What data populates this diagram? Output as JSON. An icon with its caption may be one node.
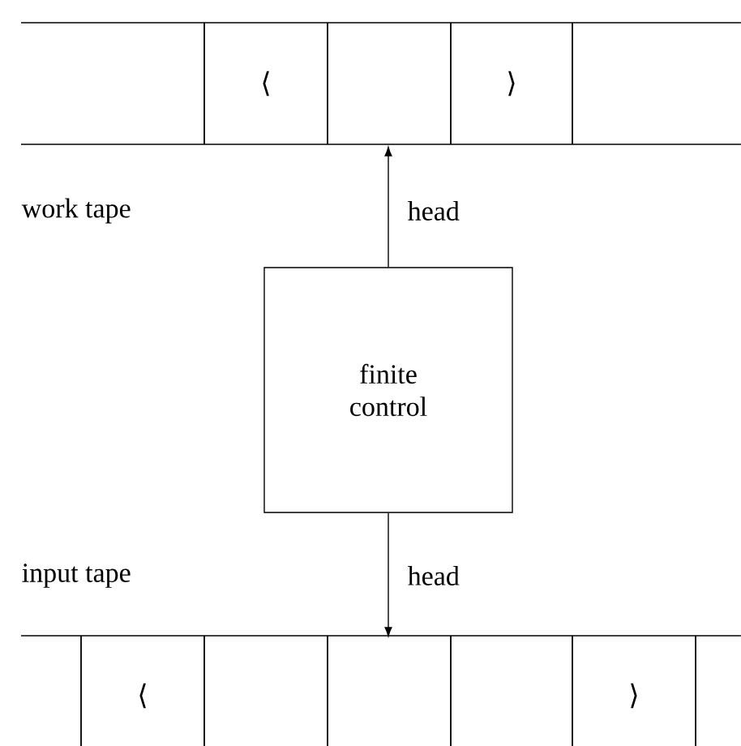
{
  "diagram": {
    "nodes": [
      {
        "text": [],
        "shape": "box"
      },
      {
        "text": [
          "⟨"
        ]
      },
      {
        "text": [],
        "shape": "box"
      },
      {
        "text": [
          "⟩"
        ]
      },
      {
        "text": [],
        "shape": "box"
      },
      {
        "text": [
          "finite control"
        ]
      },
      {
        "text": [],
        "shape": "box"
      },
      {
        "text": [
          "⟨"
        ]
      },
      {
        "text": [],
        "shape": "box"
      },
      {
        "text": [],
        "shape": "box"
      },
      {
        "text": [],
        "shape": "box"
      },
      {
        "text": [
          "⟩"
        ]
      },
      {
        "text": [],
        "shape": "box"
      }
    ],
    "edges": [
      {
        "from": 5,
        "to": 2,
        "arrow": "to",
        "label": "head"
      },
      {
        "from": 5,
        "to": 9,
        "arrow": "to",
        "label": "head"
      }
    ],
    "labels": [
      "work tape",
      "input tape"
    ]
  }
}
